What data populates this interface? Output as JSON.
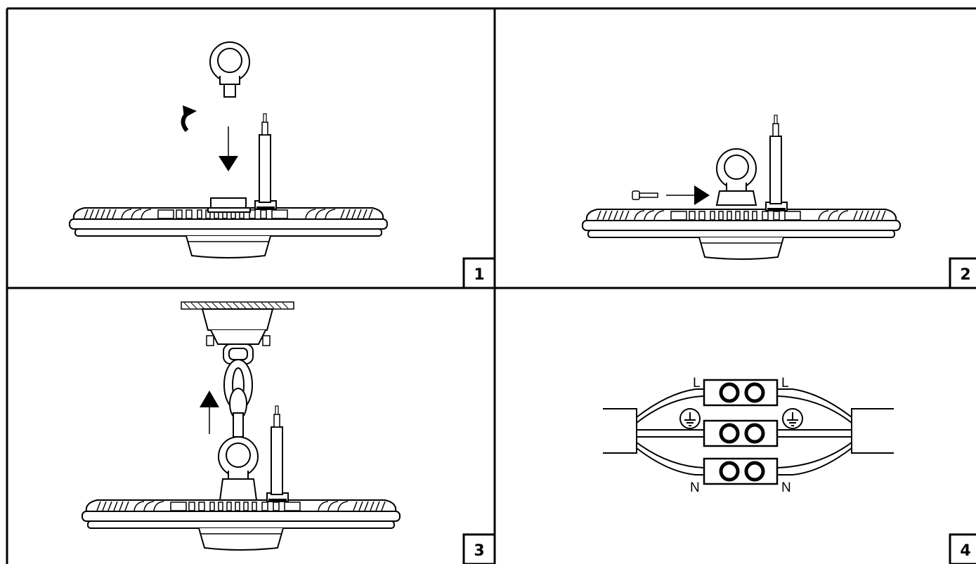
{
  "steps": [
    {
      "number": "1"
    },
    {
      "number": "2"
    },
    {
      "number": "3"
    },
    {
      "number": "4"
    }
  ],
  "wiring": {
    "live_left": "L",
    "live_right": "L",
    "neutral_left": "N",
    "neutral_right": "N"
  },
  "icons": {
    "rotate": "rotate-arrow-icon",
    "ground": "earth-ground-icon"
  }
}
